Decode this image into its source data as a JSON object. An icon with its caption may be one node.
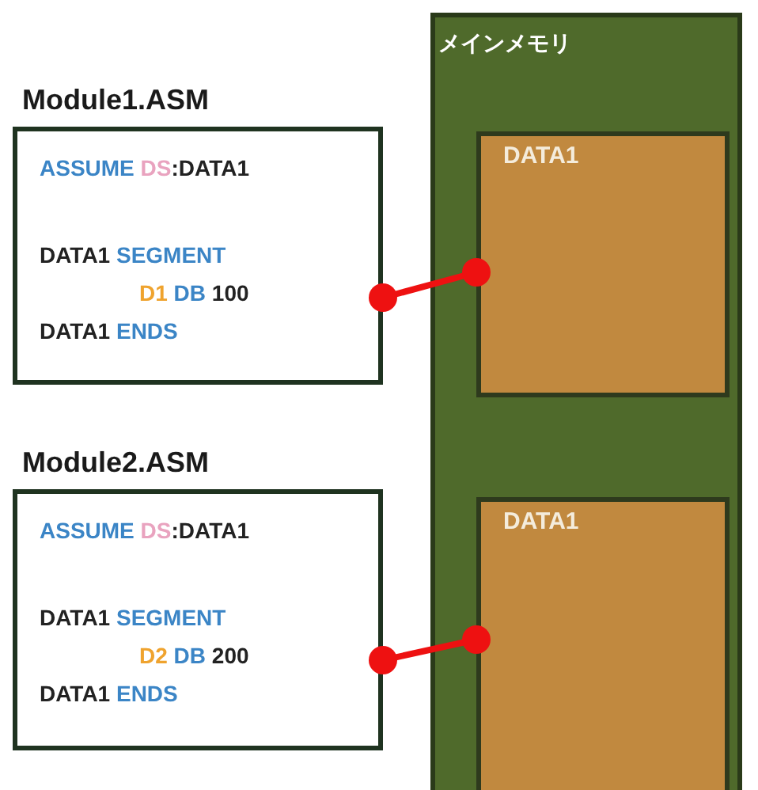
{
  "diagram": {
    "nodes": [
      {
        "text": [
          "Module1.ASM",
          "ASSUME DS:DATA1",
          "DATA1 SEGMENT",
          "D1 DB 100",
          "DATA1 ENDS"
        ]
      },
      {
        "text": [
          "Module2.ASM",
          "ASSUME DS:DATA1",
          "DATA1 SEGMENT",
          "D2 DB 200",
          "DATA1 ENDS"
        ]
      },
      {
        "text": [
          "メインメモリ"
        ]
      },
      {
        "text": [
          "DATA1"
        ],
        "in": 2
      },
      {
        "text": [
          "DATA1"
        ],
        "in": 2
      }
    ],
    "edges": [
      {
        "from": 0,
        "to": 3,
        "arrow": "other"
      },
      {
        "from": 1,
        "to": 4,
        "arrow": "other"
      }
    ]
  }
}
